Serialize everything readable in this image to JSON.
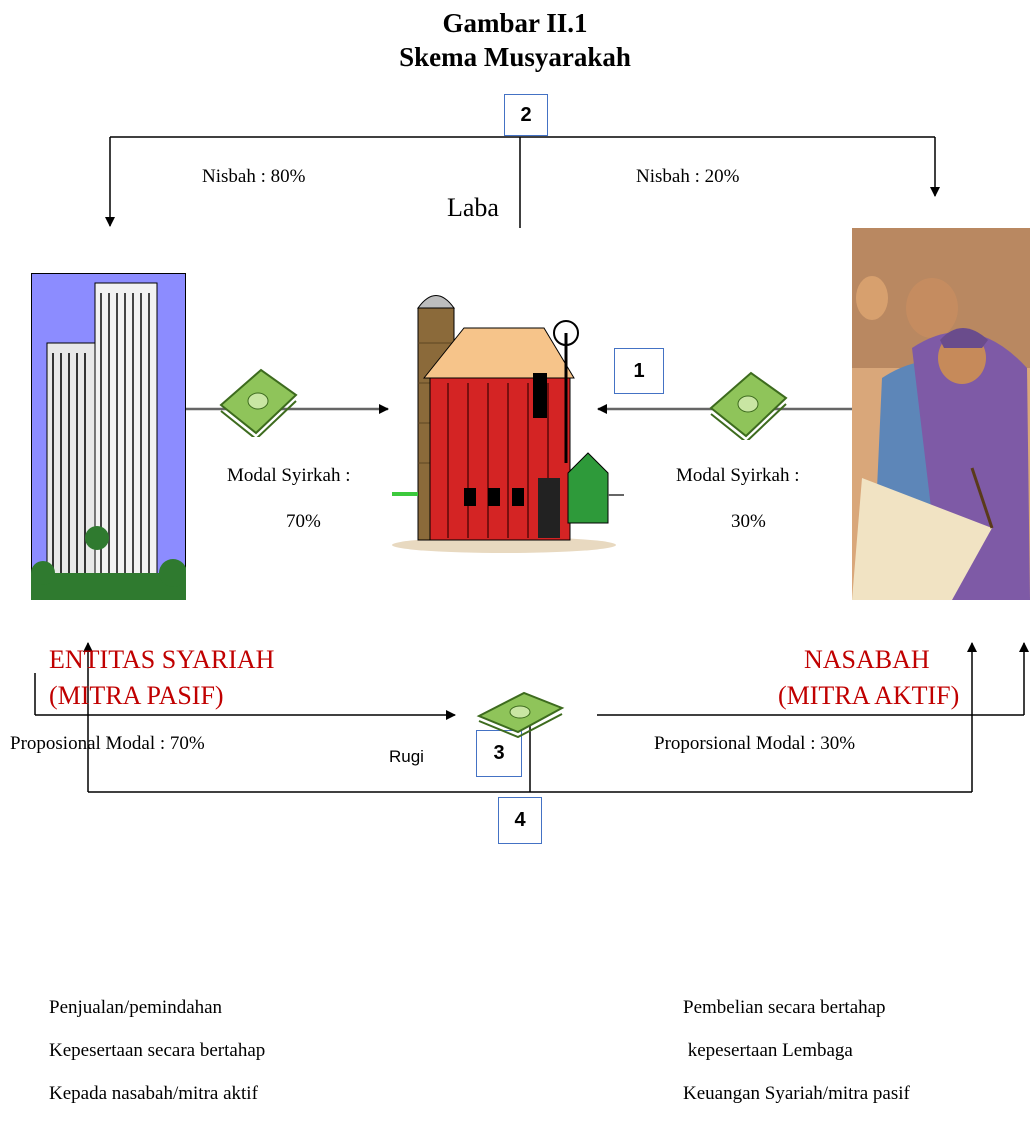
{
  "title": {
    "line1": "Gambar II.1",
    "line2": "Skema Musyarakah"
  },
  "steps": {
    "s1": "1",
    "s2": "2",
    "s3": "3",
    "s4": "4"
  },
  "top": {
    "nisbah_left": "Nisbah : 80%",
    "nisbah_right": "Nisbah : 20%",
    "laba": "Laba"
  },
  "left_party": {
    "name": "ENTITAS SYARIAH",
    "role": "(MITRA PASIF)",
    "modal_label": "Modal Syirkah :",
    "modal_value": "70%",
    "proportion": "Proposional Modal : 70%"
  },
  "right_party": {
    "name": "NASABAH",
    "role": "(MITRA AKTIF)",
    "modal_label": "Modal Syirkah :",
    "modal_value": "30%",
    "proportion": "Proporsional Modal : 30%"
  },
  "rugi": "Rugi",
  "bottom_left": [
    "Penjualan/pemindahan",
    "Kepesertaan secara bertahap",
    "Kepada nasabah/mitra aktif"
  ],
  "bottom_right": [
    "Pembelian secara bertahap",
    " kepesertaan Lembaga",
    "Keuangan Syariah/mitra pasif"
  ],
  "colors": {
    "party_text": "#c00000",
    "box_border": "#4472c4",
    "money": "#8fc45a",
    "barn": "#d42424"
  }
}
